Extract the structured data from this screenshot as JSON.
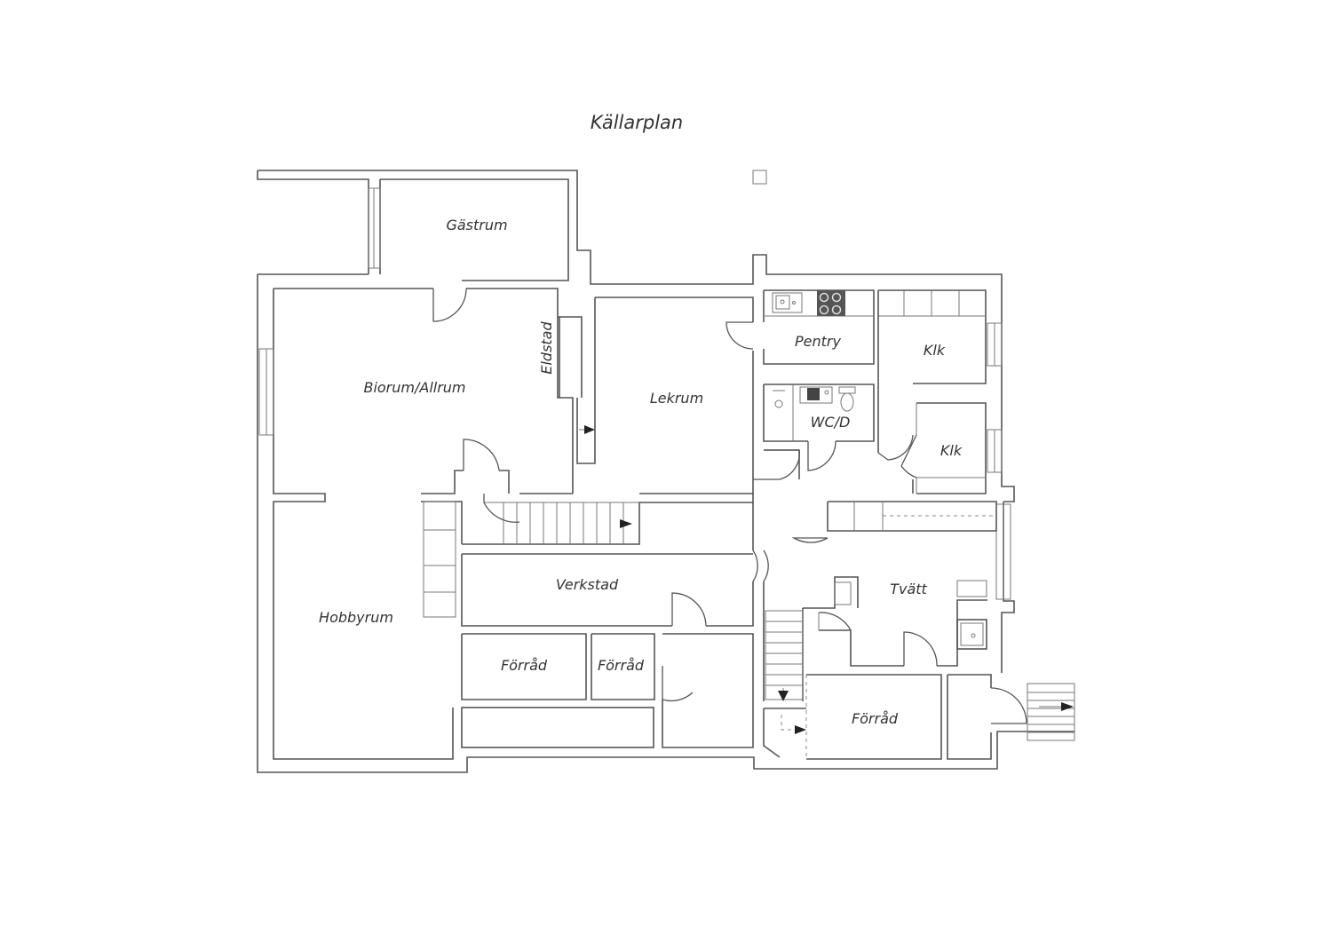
{
  "title": "Källarplan",
  "rooms": {
    "gastrum": "Gästrum",
    "biorum": "Biorum/Allrum",
    "eldstad": "Eldstad",
    "lekrum": "Lekrum",
    "pentry": "Pentry",
    "klk1": "Klk",
    "wcd": "WC/D",
    "klk2": "Klk",
    "verkstad": "Verkstad",
    "tvatt": "Tvätt",
    "hobbyrum": "Hobbyrum",
    "forrad1": "Förråd",
    "forrad2": "Förråd",
    "forrad3": "Förråd"
  }
}
